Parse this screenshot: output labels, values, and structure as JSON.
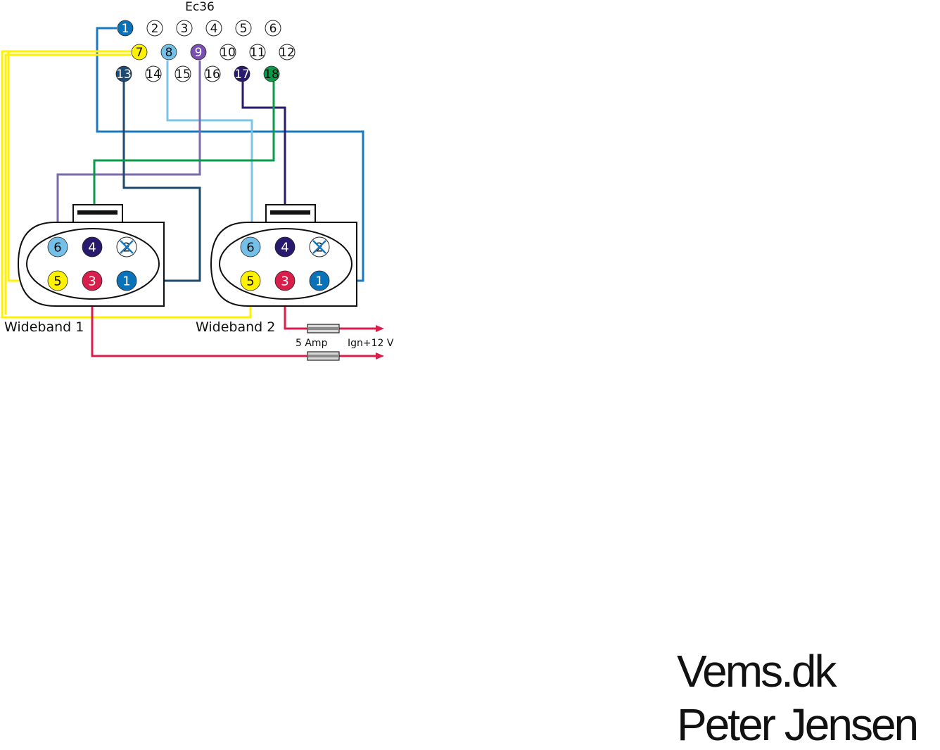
{
  "ecu": {
    "title": "Ec36",
    "pins": [
      {
        "label": "1",
        "color": "#0a72b8",
        "text": "#ffffff"
      },
      {
        "label": "2",
        "color": null,
        "text": "#111111"
      },
      {
        "label": "3",
        "color": null,
        "text": "#111111"
      },
      {
        "label": "4",
        "color": null,
        "text": "#111111"
      },
      {
        "label": "5",
        "color": null,
        "text": "#111111"
      },
      {
        "label": "6",
        "color": null,
        "text": "#111111"
      },
      {
        "label": "7",
        "color": "#fff200",
        "text": "#111111"
      },
      {
        "label": "8",
        "color": "#74c0e8",
        "text": "#111111"
      },
      {
        "label": "9",
        "color": "#7b4fb0",
        "text": "#ffffff"
      },
      {
        "label": "10",
        "color": null,
        "text": "#111111"
      },
      {
        "label": "11",
        "color": null,
        "text": "#111111"
      },
      {
        "label": "12",
        "color": null,
        "text": "#111111"
      },
      {
        "label": "13",
        "color": "#1f4a72",
        "text": "#ffffff"
      },
      {
        "label": "14",
        "color": null,
        "text": "#111111"
      },
      {
        "label": "15",
        "color": null,
        "text": "#111111"
      },
      {
        "label": "16",
        "color": null,
        "text": "#111111"
      },
      {
        "label": "17",
        "color": "#2a1a6e",
        "text": "#ffffff"
      },
      {
        "label": "18",
        "color": "#0a9a48",
        "text": "#111111"
      }
    ]
  },
  "sensors": [
    {
      "label": "Wideband 1",
      "pins": [
        {
          "label": "6",
          "color": "#74c0e8",
          "text": "#111111"
        },
        {
          "label": "4",
          "color": "#2a1a6e",
          "text": "#ffffff"
        },
        {
          "label": "2",
          "color": null,
          "text": "#111111",
          "crossed": true
        },
        {
          "label": "5",
          "color": "#fff200",
          "text": "#111111"
        },
        {
          "label": "3",
          "color": "#d81e4a",
          "text": "#ffffff"
        },
        {
          "label": "1",
          "color": "#0a72b8",
          "text": "#ffffff"
        }
      ]
    },
    {
      "label": "Wideband 2",
      "pins": [
        {
          "label": "6",
          "color": "#74c0e8",
          "text": "#111111"
        },
        {
          "label": "4",
          "color": "#2a1a6e",
          "text": "#ffffff"
        },
        {
          "label": "2",
          "color": null,
          "text": "#111111",
          "crossed": true
        },
        {
          "label": "5",
          "color": "#fff200",
          "text": "#111111"
        },
        {
          "label": "3",
          "color": "#d81e4a",
          "text": "#ffffff"
        },
        {
          "label": "1",
          "color": "#0a72b8",
          "text": "#ffffff"
        }
      ]
    }
  ],
  "power": {
    "fuse_label": "5 Amp",
    "supply_label": "Ign+12 V"
  },
  "wire_colors": {
    "pin1": "#1a7ac0",
    "pin7": "#fff200",
    "pin8": "#7cc4e6",
    "pin9": "#7a6aaa",
    "pin13": "#1e4a6e",
    "pin17": "#2a1a6e",
    "pin18": "#0a9a48",
    "power": "#d81e4a"
  },
  "credits": {
    "line1": "Vems.dk",
    "line2": "Peter Jensen"
  }
}
